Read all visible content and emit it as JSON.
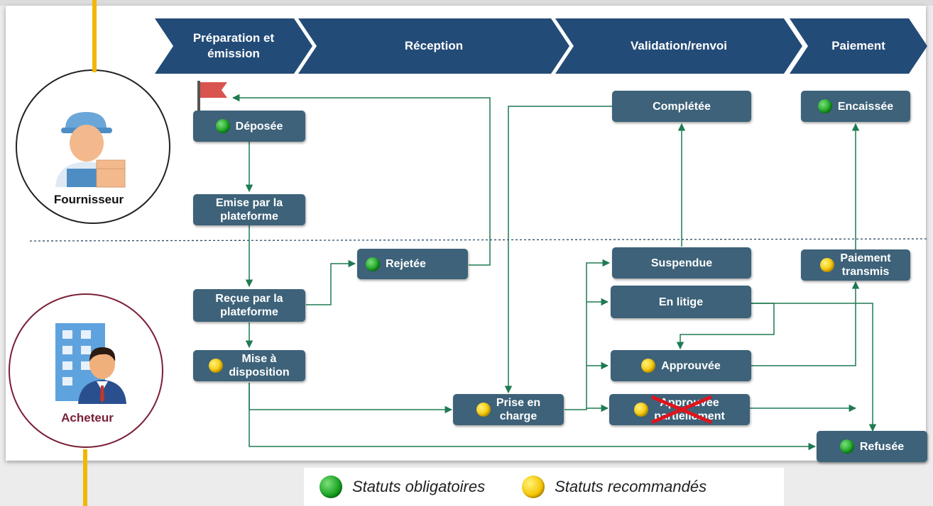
{
  "phases": [
    {
      "label": "Préparation et\némission"
    },
    {
      "label": "Réception"
    },
    {
      "label": "Validation/renvoi"
    },
    {
      "label": "Paiement"
    }
  ],
  "actors": {
    "supplier": {
      "label": "Fournisseur"
    },
    "buyer": {
      "label": "Acheteur"
    }
  },
  "statuses": {
    "deposee": {
      "label": "Déposée",
      "kind": "obligatoire"
    },
    "emise": {
      "label": "Emise par la\nplateforme"
    },
    "recue": {
      "label": "Reçue par la\nplateforme"
    },
    "rejetee": {
      "label": "Rejetée",
      "kind": "obligatoire"
    },
    "mise_disposition": {
      "label": "Mise à\ndisposition",
      "kind": "recommandé"
    },
    "prise_en_charge": {
      "label": "Prise en\ncharge",
      "kind": "recommandé"
    },
    "completee": {
      "label": "Complétée"
    },
    "suspendue": {
      "label": "Suspendue"
    },
    "en_litige": {
      "label": "En litige"
    },
    "approuvee": {
      "label": "Approuvée",
      "kind": "recommandé"
    },
    "approuvee_partiellement": {
      "label": "Approuvée\npartiellement",
      "kind": "recommandé"
    },
    "encaissee": {
      "label": "Encaissée",
      "kind": "obligatoire"
    },
    "paiement_transmis": {
      "label": "Paiement\ntransmis",
      "kind": "recommandé"
    },
    "refusee": {
      "label": "Refusée",
      "kind": "obligatoire"
    }
  },
  "legend": {
    "mandatory": "Statuts obligatoires",
    "recommended": "Statuts recommandés"
  },
  "colors": {
    "chevron": "#234b77",
    "node": "#3d6279",
    "arrow": "#1f7a52",
    "mandatory_dot": "#15a01f",
    "recommended_dot": "#f5c400",
    "accent_line": "#f2b705",
    "buyer_label": "#7a1f35"
  }
}
